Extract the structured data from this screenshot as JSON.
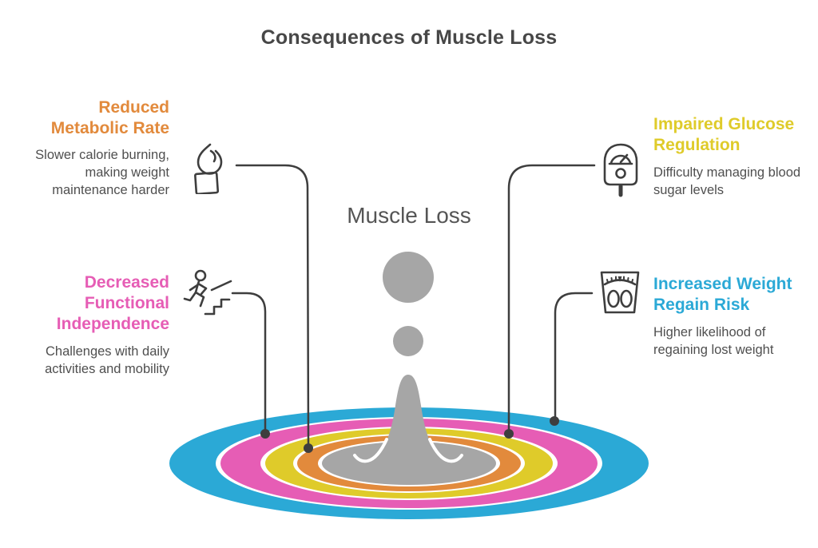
{
  "title": "Consequences of Muscle Loss",
  "center_label": "Muscle Loss",
  "colors": {
    "orange": "#E28A3C",
    "pink": "#E65DB5",
    "yellow": "#DFCB2A",
    "blue": "#2BA9D6",
    "splash_gray": "#A6A6A6",
    "line_dark": "#3E3E3E",
    "title_text": "#474747",
    "body_text": "#4F4F4F"
  },
  "callouts": {
    "top_left": {
      "heading": "Reduced\nMetabolic Rate",
      "body": "Slower calorie burning, making weight maintenance harder",
      "icon": "flame-candle-icon",
      "accent": "#E28A3C"
    },
    "bottom_left": {
      "heading": "Decreased\nFunctional\nIndependence",
      "body": "Challenges with daily activities and mobility",
      "icon": "person-climbing-stairs-icon",
      "accent": "#E65DB5"
    },
    "top_right": {
      "heading": "Impaired Glucose\nRegulation",
      "body": "Difficulty managing blood sugar levels",
      "icon": "glucose-meter-icon",
      "accent": "#DFCB2A"
    },
    "bottom_right": {
      "heading": "Increased Weight\nRegain Risk",
      "body": "Higher likelihood of regaining lost weight",
      "icon": "weight-scale-icon",
      "accent": "#2BA9D6"
    }
  }
}
